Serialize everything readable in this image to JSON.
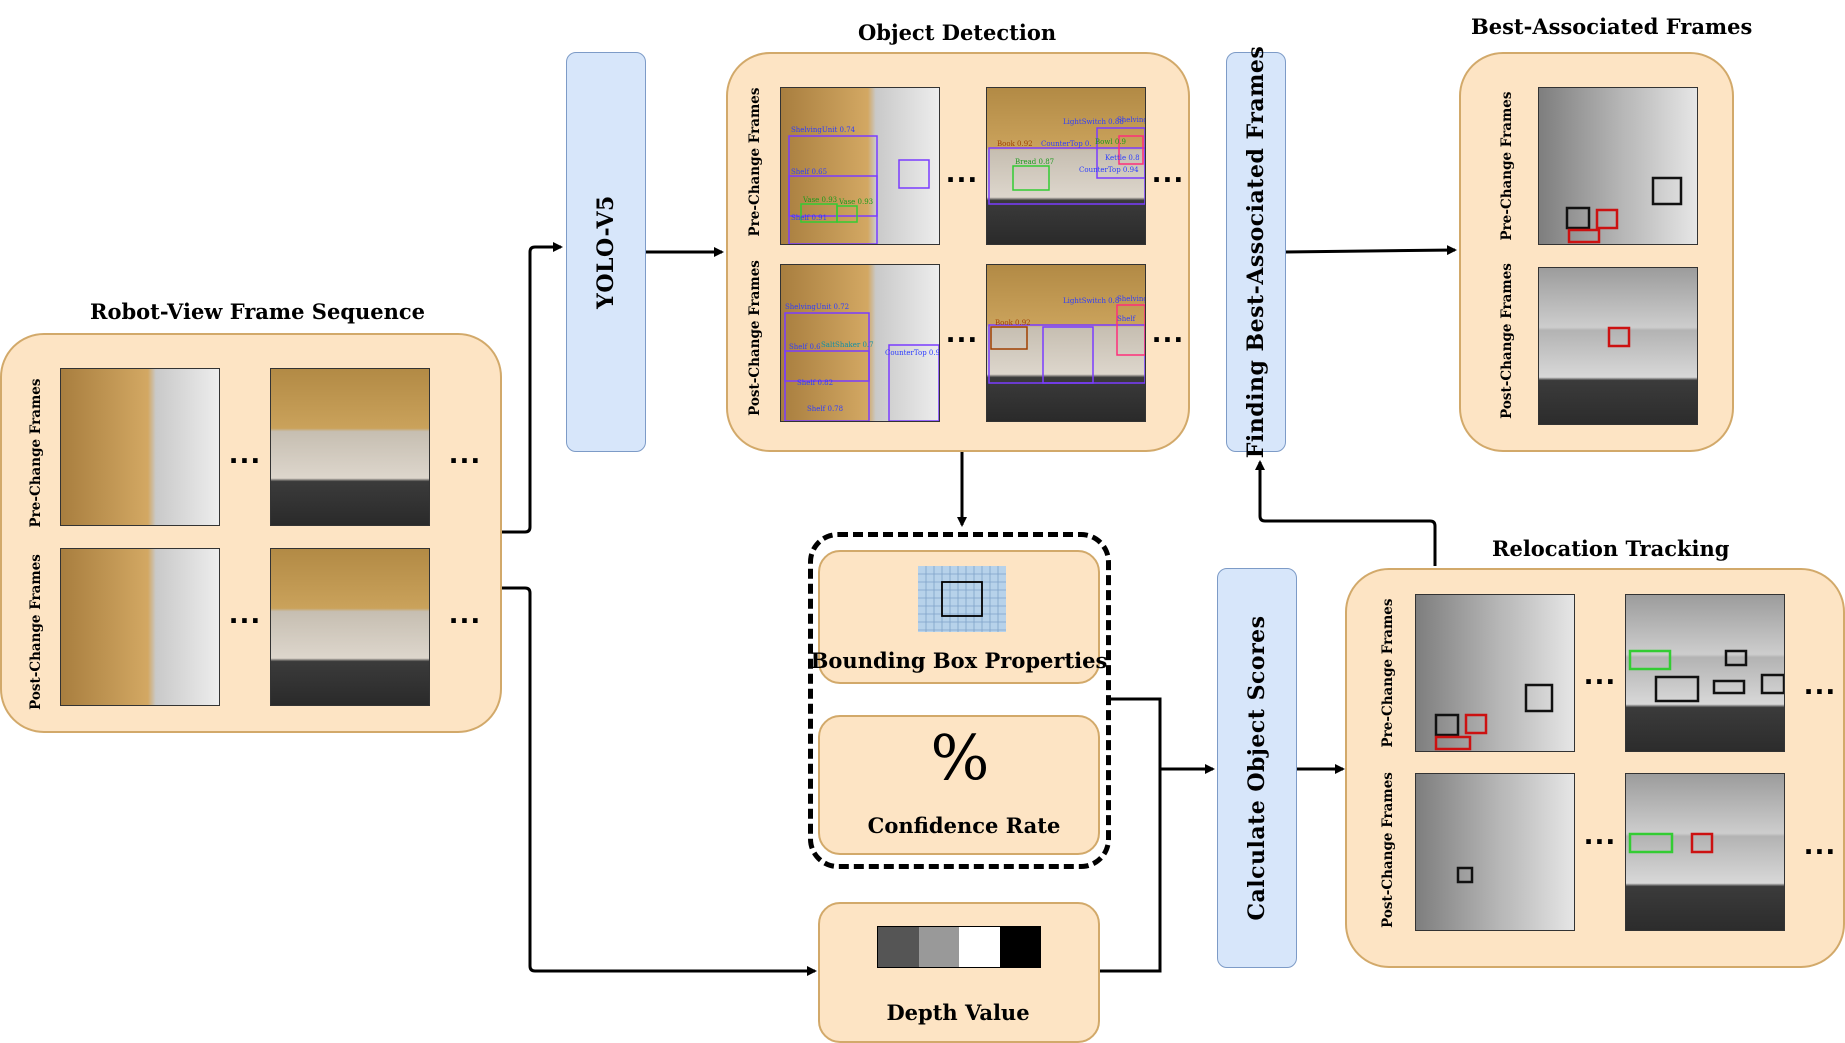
{
  "colors": {
    "panel_fill": "#fde4c4",
    "panel_border": "#d2a96a",
    "process_fill": "#d7e6fa",
    "process_border": "#7d9bc7",
    "arrow": "#000000",
    "box_green": "#33cc33",
    "box_red": "#cc1111",
    "box_black": "#111111",
    "detect_box": "#7a3cff"
  },
  "panels": {
    "robot_view": {
      "title": "Robot-View Frame Sequence",
      "row_labels": [
        "Pre-Change Frames",
        "Post-Change Frames"
      ],
      "ellipsis": "..."
    },
    "object_detection": {
      "title": "Object Detection",
      "row_labels": [
        "Pre-Change Frames",
        "Post-Change Frames"
      ],
      "ellipsis": "...",
      "detections_pre_left": [
        "ShelvingUnit 0.74",
        "Shelf 0.65",
        "Shelf 0.91",
        "Vase 0.93",
        "Vase 0.93"
      ],
      "detections_pre_right": [
        "LightSwitch 0.88",
        "Shelving",
        "Book 0.92",
        "CounterTop 0.",
        "Bowl 0.9",
        "Bread 0.87",
        "Kettle 0.8",
        "CounterTop 0.94"
      ],
      "detections_post_left": [
        "ShelvingUnit 0.72",
        "Shelf 0.6",
        "SaltShaker 0.7",
        "Shelf 0.82",
        "Shelf 0.78",
        "CounterTop 0.9"
      ],
      "detections_post_right": [
        "Book 0.92",
        "LightSwitch 0.8",
        "Shelving",
        "Shelf"
      ]
    },
    "best_frames": {
      "title": "Best-Associated Frames",
      "row_labels": [
        "Pre-Change Frames",
        "Post-Change Frames"
      ]
    },
    "relocation": {
      "title": "Relocation Tracking",
      "row_labels": [
        "Pre-Change Frames",
        "Post-Change Frames"
      ],
      "ellipsis": "..."
    }
  },
  "process_boxes": {
    "yolo": "YOLO-V5",
    "finding": "Finding Best-Associated Frames",
    "calculate": "Calculate Object Scores"
  },
  "features": {
    "bbox": {
      "label": "Bounding Box Properties",
      "icon": "bounding-box-grid-icon"
    },
    "confidence": {
      "label": "Confidence Rate",
      "icon": "percent-icon",
      "symbol": "%"
    },
    "depth": {
      "label": "Depth Value",
      "icon": "grayscale-bar-icon",
      "swatches": [
        "#555555",
        "#999999",
        "#ffffff",
        "#000000"
      ]
    }
  }
}
